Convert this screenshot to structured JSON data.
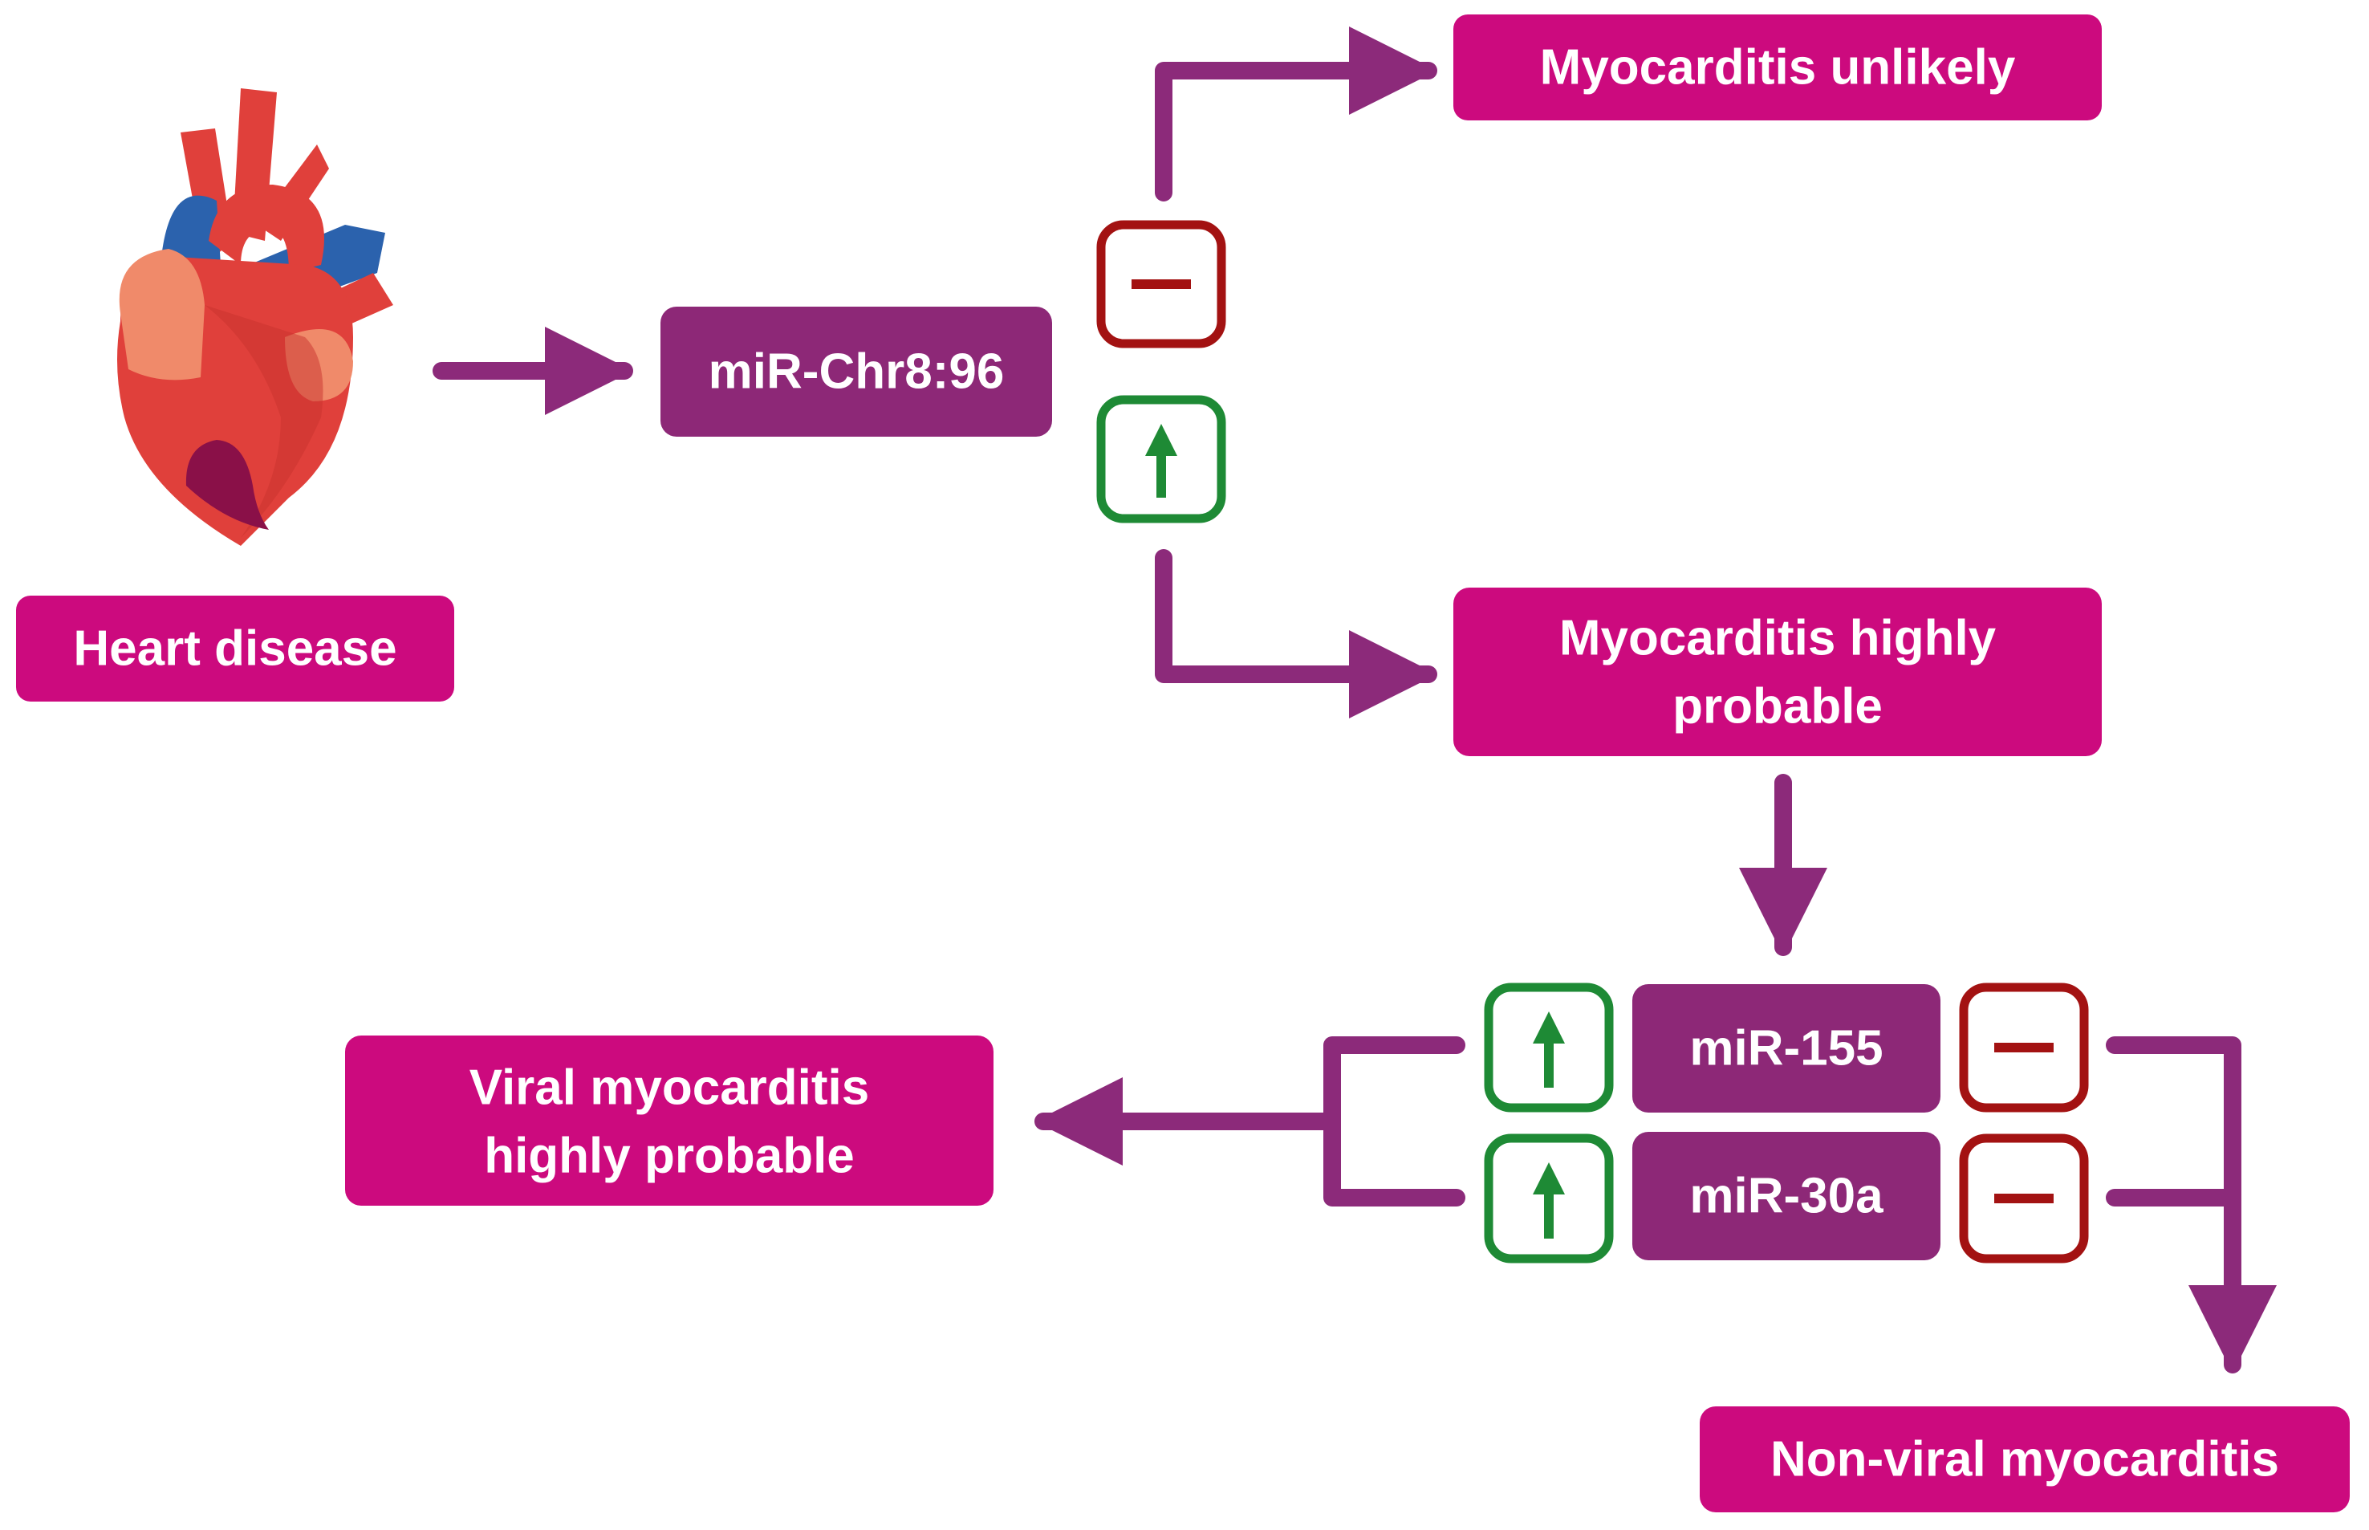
{
  "colors": {
    "connector": "#8c2a7a",
    "box_magenta": "#cc0a7e",
    "box_purple": "#8d2877",
    "up_indicator": "#1e8a35",
    "down_indicator": "#a31212",
    "heart_red": "#e0403b",
    "heart_dark_red": "#c8322e",
    "heart_pink": "#f08a6a",
    "heart_blue": "#2b62ad",
    "heart_maroon": "#8a1048"
  },
  "heart_icon": "heart-icon",
  "nodes": {
    "heart_disease": "Heart disease",
    "mir_chr8": "miR-Chr8:96",
    "myocarditis_unlikely": "Myocarditis unlikely",
    "myocarditis_probable_line1": "Myocarditis highly",
    "myocarditis_probable_line2": "probable",
    "mir_155": "miR-155",
    "mir_30a": "miR-30a",
    "viral_line1": "Viral myocarditis",
    "viral_line2": "highly probable",
    "non_viral": "Non-viral myocarditis"
  },
  "indicators": {
    "up": "up-arrow-icon",
    "down": "minus-icon"
  }
}
